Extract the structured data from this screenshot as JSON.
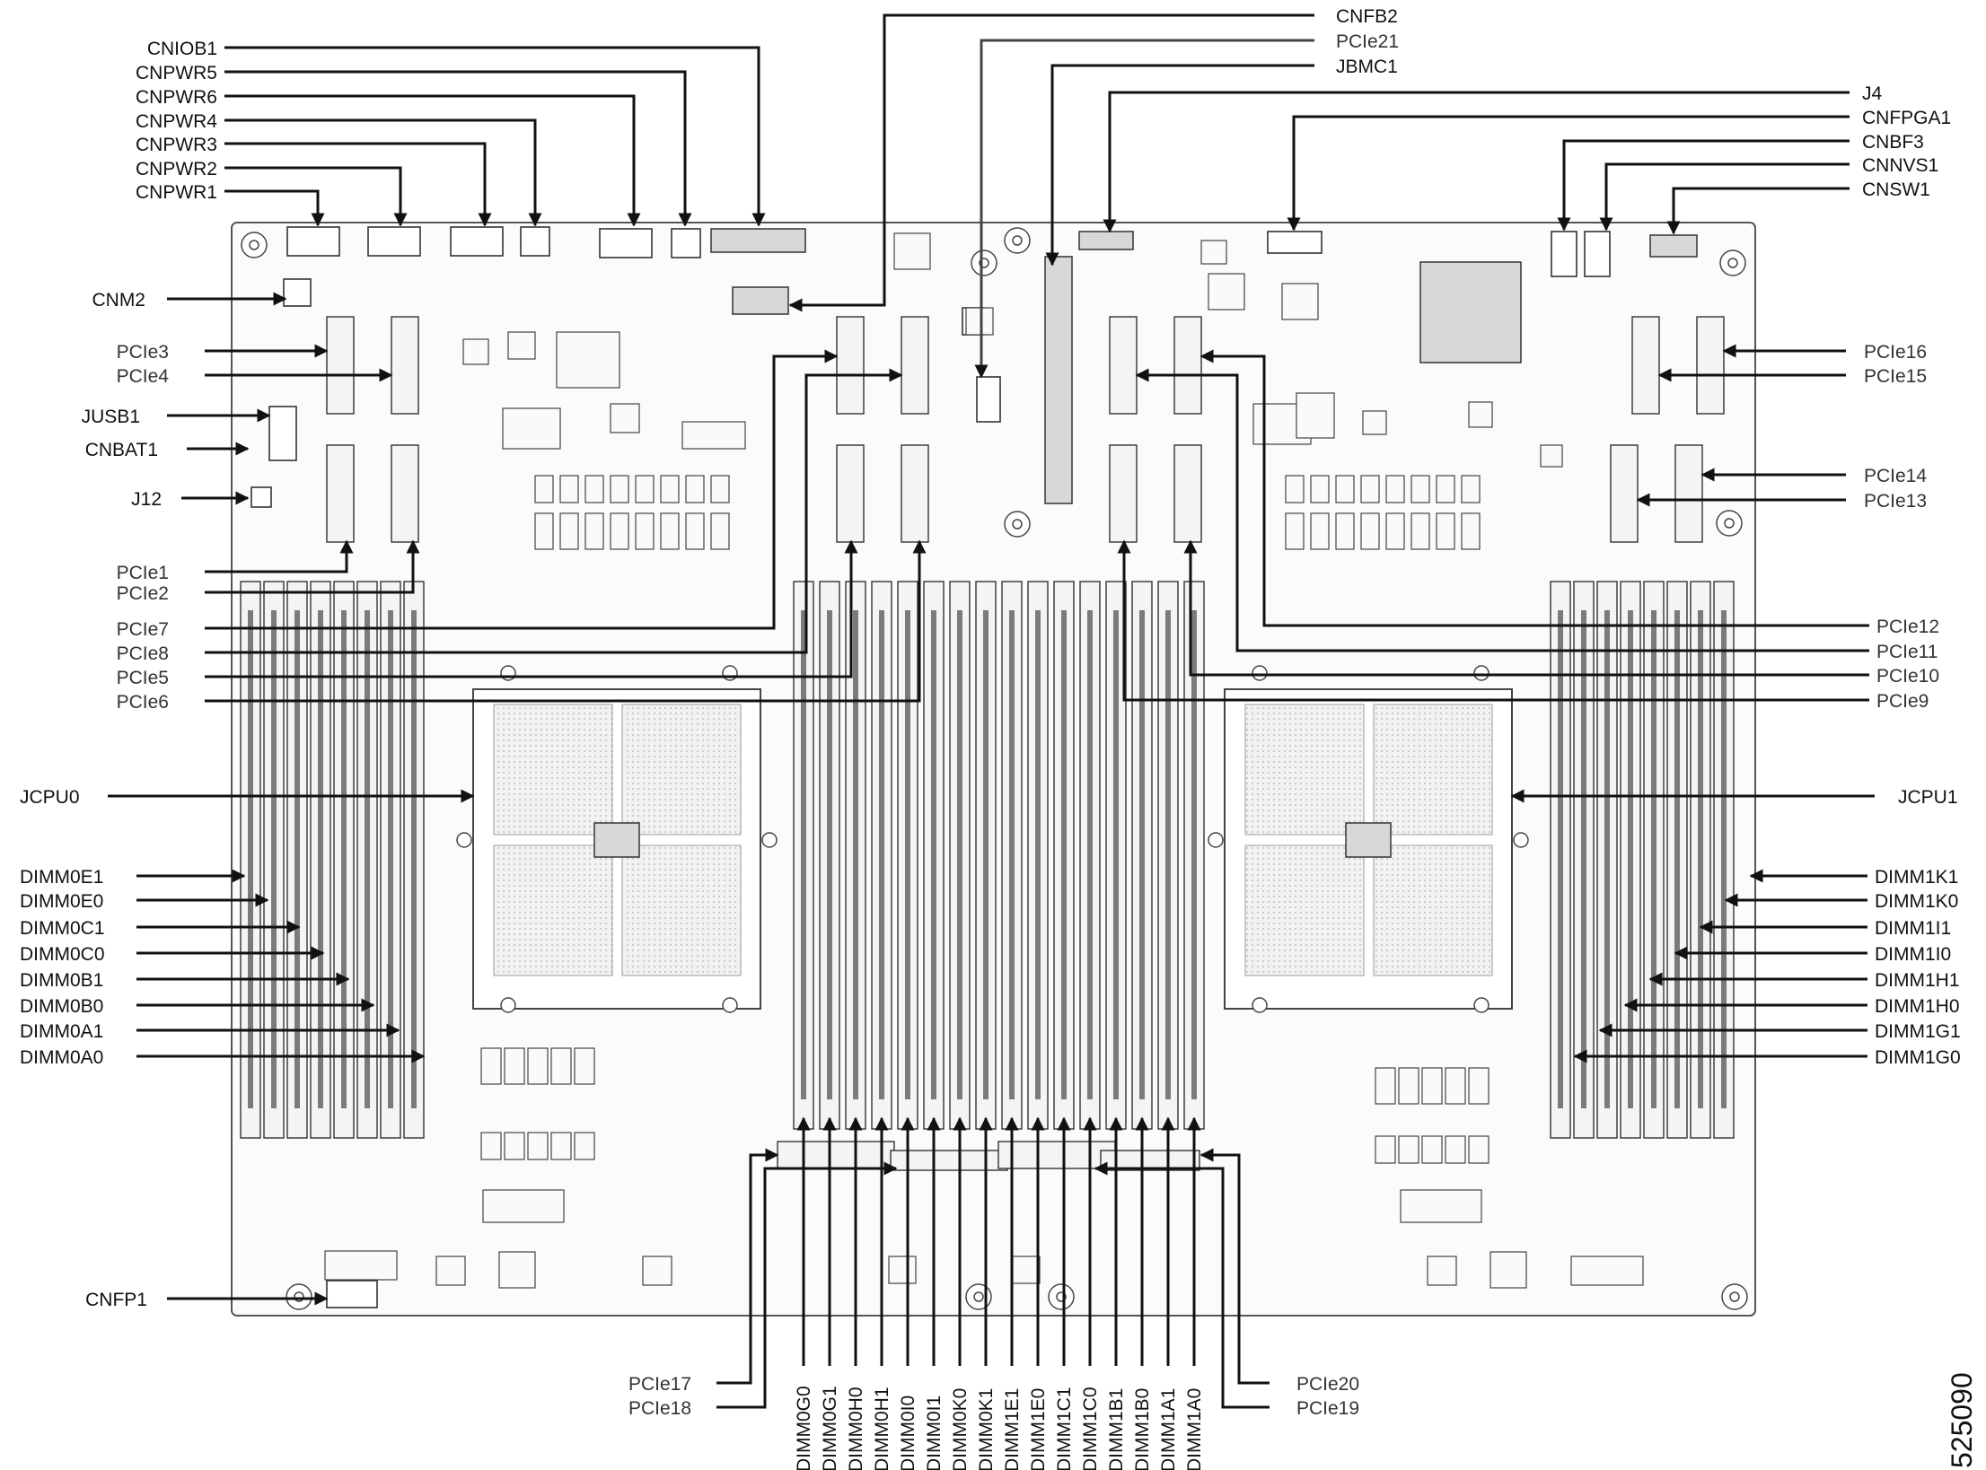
{
  "figure_id": "525090",
  "labels": {
    "cnfb2": "CNFB2",
    "pcie21": "PCIe21",
    "jbmc1": "JBMC1",
    "cniob1": "CNIOB1",
    "cnpwr5": "CNPWR5",
    "cnpwr6": "CNPWR6",
    "cnpwr4": "CNPWR4",
    "cnpwr3": "CNPWR3",
    "cnpwr2": "CNPWR2",
    "cnpwr1": "CNPWR1",
    "j4": "J4",
    "cnfpga1": "CNFPGA1",
    "cnbf3": "CNBF3",
    "cnnvs1": "CNNVS1",
    "cnsw1": "CNSW1",
    "cnm2": "CNM2",
    "pcie3": "PCIe3",
    "pcie4": "PCIe4",
    "jusb1": "JUSB1",
    "cnbat1": "CNBAT1",
    "j12": "J12",
    "pcie1": "PCIe1",
    "pcie2": "PCIe2",
    "pcie7": "PCIe7",
    "pcie8": "PCIe8",
    "pcie5": "PCIe5",
    "pcie6": "PCIe6",
    "jcpu0": "JCPU0",
    "dimm0e1": "DIMM0E1",
    "dimm0e0": "DIMM0E0",
    "dimm0c1": "DIMM0C1",
    "dimm0c0": "DIMM0C0",
    "dimm0b1": "DIMM0B1",
    "dimm0b0": "DIMM0B0",
    "dimm0a1": "DIMM0A1",
    "dimm0a0": "DIMM0A0",
    "cnfp1": "CNFP1",
    "pcie16": "PCIe16",
    "pcie15": "PCIe15",
    "pcie14": "PCIe14",
    "pcie13": "PCIe13",
    "pcie12": "PCIe12",
    "pcie11": "PCIe11",
    "pcie10": "PCIe10",
    "pcie9": "PCIe9",
    "jcpu1": "JCPU1",
    "dimm1k1": "DIMM1K1",
    "dimm1k0": "DIMM1K0",
    "dimm1i1": "DIMM1I1",
    "dimm1i0": "DIMM1I0",
    "dimm1h1": "DIMM1H1",
    "dimm1h0": "DIMM1H0",
    "dimm1g1": "DIMM1G1",
    "dimm1g0": "DIMM1G0",
    "pcie17": "PCIe17",
    "pcie18": "PCIe18",
    "pcie20": "PCIe20",
    "pcie19": "PCIe19"
  },
  "bottom_dimms": [
    "DIMM0G0",
    "DIMM0G1",
    "DIMM0H0",
    "DIMM0H1",
    "DIMM0I0",
    "DIMM0I1",
    "DIMM0K0",
    "DIMM0K1",
    "DIMM1E1",
    "DIMM1E0",
    "DIMM1C1",
    "DIMM1C0",
    "DIMM1B1",
    "DIMM1B0",
    "DIMM1A1",
    "DIMM1A0"
  ]
}
